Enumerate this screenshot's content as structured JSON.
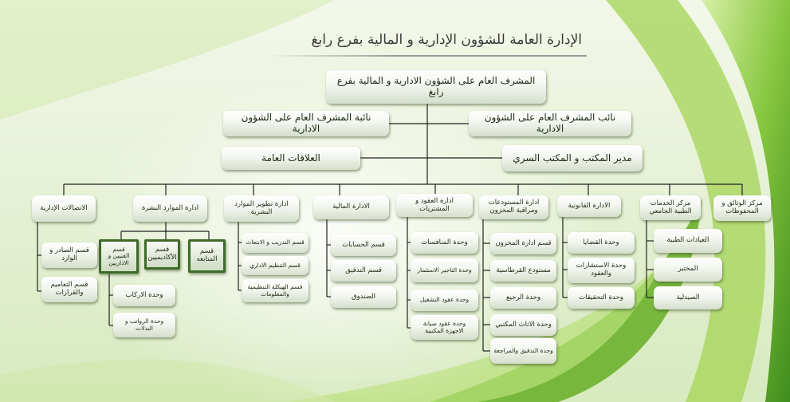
{
  "title": "الإدارة العامة للشؤون الإدارية و المالية بفرع رابغ",
  "colors": {
    "bg_green": "#7cbf3c",
    "box_green": "#3f6b2a",
    "line": "#222222"
  },
  "boxes": {
    "head": "المشرف العام على الشؤون الادارية و المالية بفرع رابغ",
    "deputy_m": "نائب المشرف العام على الشؤون الادارية",
    "deputy_f": "نائبة المشرف العام على الشؤون الادارية",
    "office": "مدير المكتب و المكتب السري",
    "pr": "العلاقات العامة",
    "documents": "مركز الوثائق و المحفوظات",
    "medical": "مركز الخدمات الطبية الجامعي",
    "clinics": "العيادات الطبية",
    "lab": "المختبر",
    "pharmacy": "الصيدلية",
    "legal": "الادارة القانونية",
    "cases": "وحدة القضايا",
    "consult": "وحدة الاستشارات والعقود",
    "investig": "وحدة التحقيقات",
    "warehouse": "ادارة المستودعات ومراقبة المخزون",
    "inventory": "قسم ادارة المخزون",
    "stationery": "مستودع القرطاسية",
    "returns": "وحدة الرجيع",
    "furniture": "وحدة الاثاث المكتبي",
    "audit_review": "وحدة التدقيق والمراجعة",
    "contracts": "ادارة العقود و المشتريات",
    "tenders": "وحدة المنافسات",
    "rent": "وحدة التاجير الاستثمار",
    "operation": "وحدة عقود التشغيل",
    "maintenance": "وحدة عقود صيانة الاجهزة المكتبية",
    "finance": "الادارة المالية",
    "accounts": "قسم الحسابات",
    "audit": "قسم التدقيق",
    "fund": "الصندوق",
    "hrdev": "ادارة تطوير الموارد البشرية",
    "training": "قسم التدريب و الابتعاث",
    "admin_org": "قسم التنظيم الاداري",
    "structure": "قسم الهيكلة التنظيمية والمعلومات",
    "hr": "ادارة الموارد البشرة",
    "followup": "قسم المتابعه",
    "academic": "قسم الأكاديميين",
    "employees": "قسم الفنيين و الاداريين",
    "transport": "وحدة الاركاب",
    "salaries": "وحدة الرواتب و البدلات",
    "comms": "الاتصالات الإدارية",
    "outgoing": "قسم الصادر و الوارد",
    "circulars": "قسم التعاميم والقرارات"
  }
}
